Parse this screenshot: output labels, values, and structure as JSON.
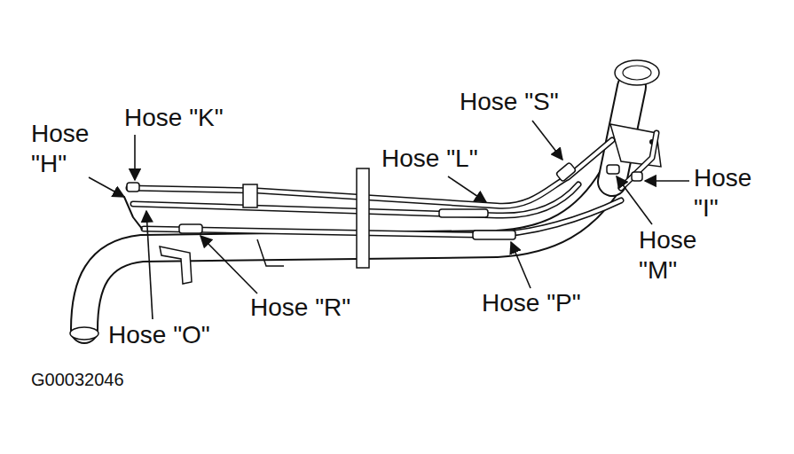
{
  "diagram": {
    "labels": [
      "Hose \"S\"",
      "Hose \"K\"",
      "Hose \"H\"",
      "Hose \"L\"",
      "Hose \"I\"",
      "Hose \"M\"",
      "Hose \"R\"",
      "Hose \"P\"",
      "Hose \"O\"",
      "G00032046"
    ]
  }
}
